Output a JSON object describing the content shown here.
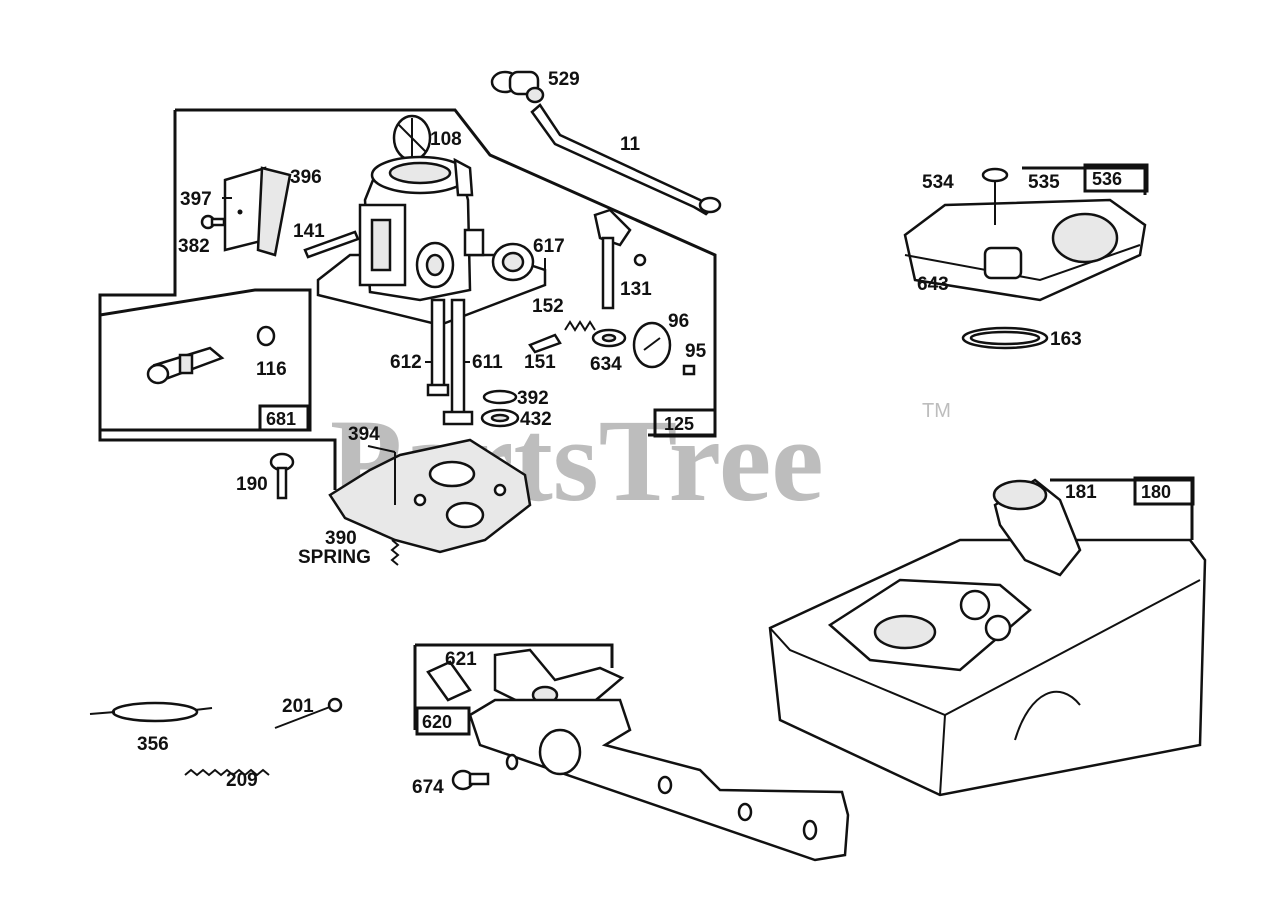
{
  "watermark": {
    "text": "PartsTree",
    "trademark": "TM",
    "color": "#bdbdbd"
  },
  "colors": {
    "ink": "#111111",
    "paper": "#ffffff"
  },
  "callouts": {
    "c529": "529",
    "c11": "11",
    "c108": "108",
    "c396": "396",
    "c397": "397",
    "c382": "382",
    "c141": "141",
    "c617": "617",
    "c131": "131",
    "c152": "152",
    "c96": "96",
    "c95": "95",
    "c151": "151",
    "c634": "634",
    "c612": "612",
    "c611": "611",
    "c116": "116",
    "c392": "392",
    "c432": "432",
    "c394": "394",
    "c190": "190",
    "c390": "390",
    "spring": "SPRING",
    "c534": "534",
    "c535": "535",
    "c643": "643",
    "c163": "163",
    "c181": "181",
    "c621": "621",
    "c356": "356",
    "c201": "201",
    "c209": "209",
    "c674": "674"
  },
  "boxed_callouts": {
    "b681": "681",
    "b125": "125",
    "b536": "536",
    "b180": "180",
    "b620": "620"
  }
}
